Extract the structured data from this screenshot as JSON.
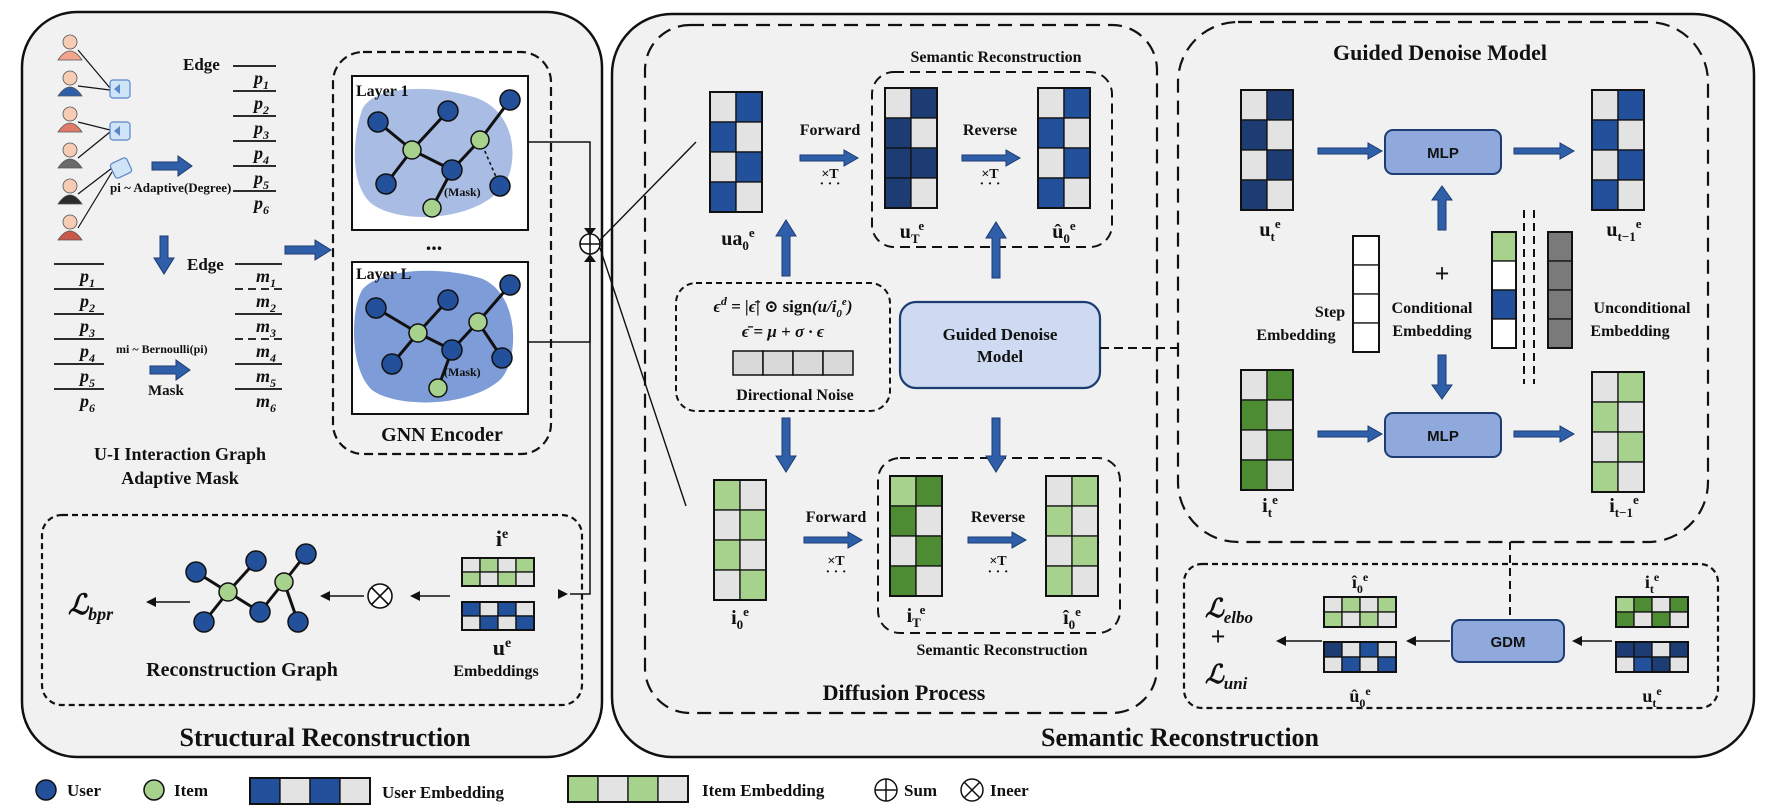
{
  "colors": {
    "user_dark": "#22509a",
    "item_green": "#a7d28d",
    "item_dark_green": "#4e8c34",
    "cell_light": "#e3e3e3",
    "graph_blob": "#a9bde4",
    "mlp_fill": "#8fa9dc",
    "gdm_box_fill": "#cddaf1",
    "panel_bg": "#f1f1f1",
    "uncond_gray": "#7a7a7a"
  },
  "icons": [
    "user-avatar-icon",
    "mask-plug-icon",
    "block-arrow-icon",
    "sum-circle-icon",
    "inner-product-icon"
  ],
  "structural": {
    "title": "Structural Reconstruction",
    "edge_label_top": "Edge",
    "edge_label_mid": "Edge",
    "p_labels": [
      "p1",
      "p2",
      "p3",
      "p4",
      "p5",
      "p6"
    ],
    "m_labels": [
      "m1",
      "m2",
      "m3",
      "m4",
      "m5",
      "m6"
    ],
    "adaptive_formula": "pi ~ Adaptive(Degree)",
    "bernoulli_formula": "mi ~ Bernoulli(pi)",
    "mask_label": "Mask",
    "caption_line1": "U-I Interaction Graph",
    "caption_line2": "Adaptive Mask",
    "gnn_title": "GNN Encoder",
    "layer1": "Layer 1",
    "layerL": "Layer L",
    "ellipsis": "...",
    "mask_tag": "(Mask)",
    "ie_label": "ie",
    "ue_label": "ue",
    "embeddings_label": "Embeddings",
    "recon_graph": "Reconstruction Graph",
    "loss_bpr": "ℒbpr"
  },
  "semantic": {
    "title": "Semantic Reconstruction",
    "diffusion_title": "Diffusion Process",
    "sem_recon_top": "Semantic Reconstruction",
    "sem_recon_bottom": "Semantic Reconstruction",
    "forward": "Forward",
    "reverse": "Reverse",
    "times_t": "×T",
    "ua0": "ua0e",
    "uT": "uTe",
    "u0hat": "û0e",
    "i0": "i0e",
    "iT": "iTe",
    "i0hat": "î0e",
    "noise_eq1": "ϵd = |ϵ̄| ⊙ sign(u/i0e)",
    "noise_eq2": "ϵ̄ = μ + σ · ϵ",
    "directional_noise": "Directional Noise",
    "gdm_box_line1": "Guided Denoise",
    "gdm_box_line2": "Model"
  },
  "gdm": {
    "title": "Guided Denoise Model",
    "mlp": "MLP",
    "ut": "ute",
    "ut_minus1": "ut−1e",
    "it": "ite",
    "it_minus1": "it−1e",
    "plus": "+",
    "step_line1": "Step",
    "step_line2": "Embedding",
    "cond_line1": "Conditional",
    "cond_line2": "Embedding",
    "uncond_line1": "Unconditional",
    "uncond_line2": "Embedding"
  },
  "loss_box": {
    "loss_elbo": "ℒelbo",
    "plus": "+",
    "loss_uni": "ℒuni",
    "gdm": "GDM",
    "i0hat": "î0e",
    "u0hat": "û0e",
    "it": "ite",
    "ut": "ute"
  },
  "legend": {
    "user": "User",
    "item": "Item",
    "user_embedding": "User Embedding",
    "item_embedding": "Item Embedding",
    "sum": "Sum",
    "inner": "Ineer"
  }
}
